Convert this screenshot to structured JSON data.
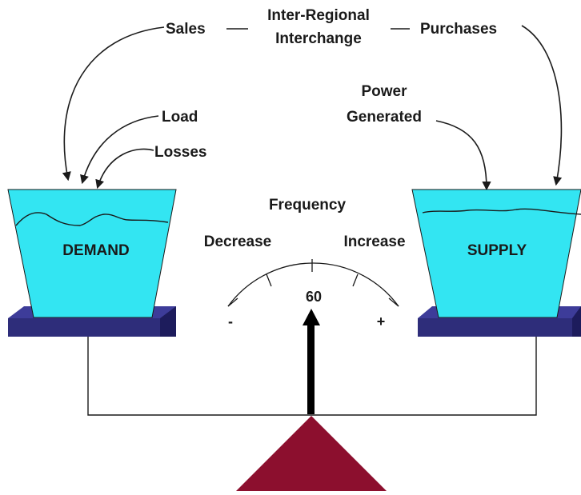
{
  "labels": {
    "sales": "Sales",
    "inter_regional_line1": "Inter-Regional",
    "inter_regional_line2": "Interchange",
    "purchases": "Purchases",
    "load": "Load",
    "losses": "Losses",
    "power_line1": "Power",
    "power_line2": "Generated",
    "demand": "DEMAND",
    "supply": "SUPPLY",
    "frequency": "Frequency",
    "decrease": "Decrease",
    "increase": "Increase",
    "gauge_value": "60",
    "minus": "-",
    "plus": "+"
  },
  "colors": {
    "bucket_fill": "#33e5f2",
    "platform_fill": "#2e2d7a",
    "fulcrum_fill": "#8c0f2e",
    "line": "#1a1a1a"
  }
}
